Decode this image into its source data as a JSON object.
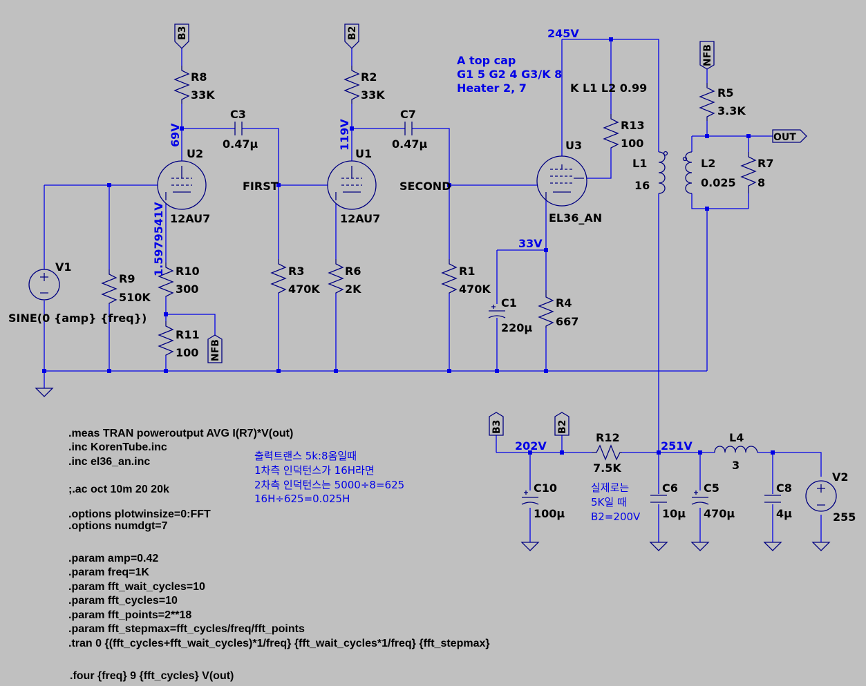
{
  "components": {
    "R8": {
      "ref": "R8",
      "value": "33K"
    },
    "R2": {
      "ref": "R2",
      "value": "33K"
    },
    "R5": {
      "ref": "R5",
      "value": "3.3K"
    },
    "R7": {
      "ref": "R7",
      "value": "8"
    },
    "R9": {
      "ref": "R9",
      "value": "510K"
    },
    "R10": {
      "ref": "R10",
      "value": "300"
    },
    "R11": {
      "ref": "R11",
      "value": "100"
    },
    "R3": {
      "ref": "R3",
      "value": "470K"
    },
    "R6": {
      "ref": "R6",
      "value": "2K"
    },
    "R1": {
      "ref": "R1",
      "value": "470K"
    },
    "R4": {
      "ref": "R4",
      "value": "667"
    },
    "R13": {
      "ref": "R13",
      "value": "100"
    },
    "R12": {
      "ref": "R12",
      "value": "7.5K"
    },
    "C3": {
      "ref": "C3",
      "value": "0.47µ"
    },
    "C7": {
      "ref": "C7",
      "value": "0.47µ"
    },
    "C1": {
      "ref": "C1",
      "value": "220µ"
    },
    "C10": {
      "ref": "C10",
      "value": "100µ"
    },
    "C6": {
      "ref": "C6",
      "value": "10µ"
    },
    "C5": {
      "ref": "C5",
      "value": "470µ"
    },
    "C8": {
      "ref": "C8",
      "value": "4µ"
    },
    "L1": {
      "ref": "L1",
      "value": "16"
    },
    "L2": {
      "ref": "L2",
      "value": "0.025"
    },
    "L4": {
      "ref": "L4",
      "value": "3"
    },
    "U1": {
      "ref": "U1",
      "value": "12AU7"
    },
    "U2": {
      "ref": "U2",
      "value": "12AU7"
    },
    "U3": {
      "ref": "U3",
      "value": "EL36_AN"
    },
    "V1": {
      "ref": "V1",
      "value": "SINE(0 {amp} {freq})"
    },
    "V2": {
      "ref": "V2",
      "value": "255"
    }
  },
  "nets": {
    "first": "FIRST",
    "second": "SECOND",
    "out": "OUT",
    "b3": "B3",
    "b2": "B2",
    "nfb": "NFB"
  },
  "voltages": {
    "v69": "69V",
    "v119": "119V",
    "v159": "1.5979541V",
    "v245": "245V",
    "v33": "33V",
    "v202": "202V",
    "v251": "251V"
  },
  "notes": {
    "tube_pins": [
      "A top cap",
      "G1 5 G2 4 G3/K 8",
      "Heater 2, 7"
    ],
    "coupling": "K L1 L2 0.99",
    "korean_ot": [
      "출력트랜스 5k:8옴일때",
      "1차측 인덕턴스가 16H라면",
      "2차측 인덕턴스는 5000÷8=625",
      "16H÷625=0.025H"
    ],
    "korean_b2": [
      "실제로는",
      "5K일 때",
      "B2=200V"
    ]
  },
  "directives": [
    ".meas TRAN poweroutput AVG I(R7)*V(out)",
    ".inc KorenTube.inc",
    ".inc el36_an.inc",
    "",
    ";.ac oct 10m 20 20k",
    "",
    ".options plotwinsize=0:FFT",
    ".options numdgt=7",
    "",
    ".param amp=0.42",
    ".param freq=1K",
    ".param fft_wait_cycles=10",
    ".param fft_cycles=10",
    ".param fft_points=2**18",
    ".param fft_stepmax=fft_cycles/freq/fft_points",
    ".tran 0 {(fft_cycles+fft_wait_cycles)*1/freq} {fft_wait_cycles*1/freq} {fft_stepmax}",
    "",
    " .four {freq} 9 {fft_cycles} V(out)"
  ]
}
